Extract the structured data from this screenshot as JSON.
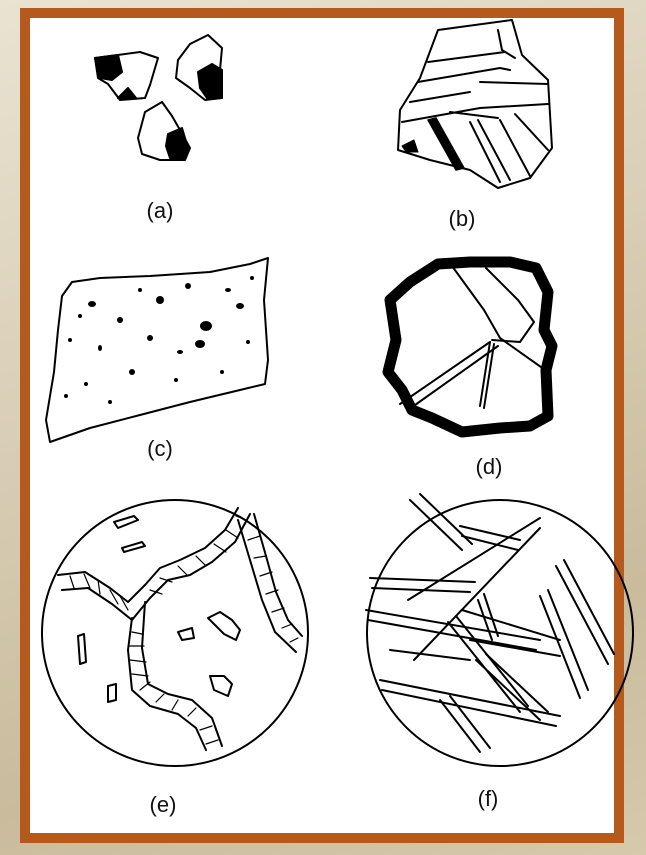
{
  "colors": {
    "frame": "#b45a1c",
    "panel": "#ffffff",
    "ink": "#000000"
  },
  "panels": [
    {
      "id": "a",
      "label": "(a)",
      "icon": "grains-with-dark-inclusions"
    },
    {
      "id": "b",
      "label": "(b)",
      "icon": "fractured-grain"
    },
    {
      "id": "c",
      "label": "(c)",
      "icon": "speckled-flake"
    },
    {
      "id": "d",
      "label": "(d)",
      "icon": "grain-with-thick-rim"
    },
    {
      "id": "e",
      "label": "(e)",
      "icon": "circle-polycrystalline-veins"
    },
    {
      "id": "f",
      "label": "(f)",
      "icon": "circle-intersecting-lamellae"
    }
  ]
}
